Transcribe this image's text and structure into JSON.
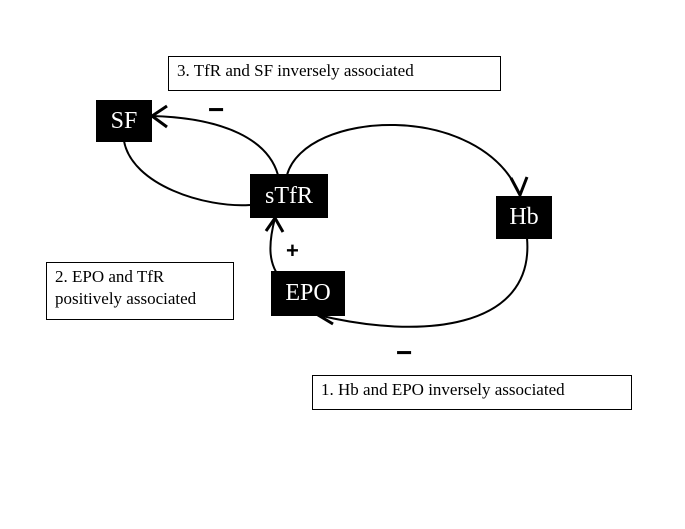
{
  "nodes": {
    "sf": "SF",
    "stfr": "sTfR",
    "hb": "Hb",
    "epo": "EPO"
  },
  "notes": {
    "note1": "1.  Hb and EPO inversely associated",
    "note2_line1": "2.  EPO and TfR",
    "note2_line2": "positively associated",
    "note3": "3.  TfR and SF inversely associated"
  },
  "signs": {
    "sf_minus": "−",
    "epo_plus": "+",
    "bottom_minus": "−"
  }
}
